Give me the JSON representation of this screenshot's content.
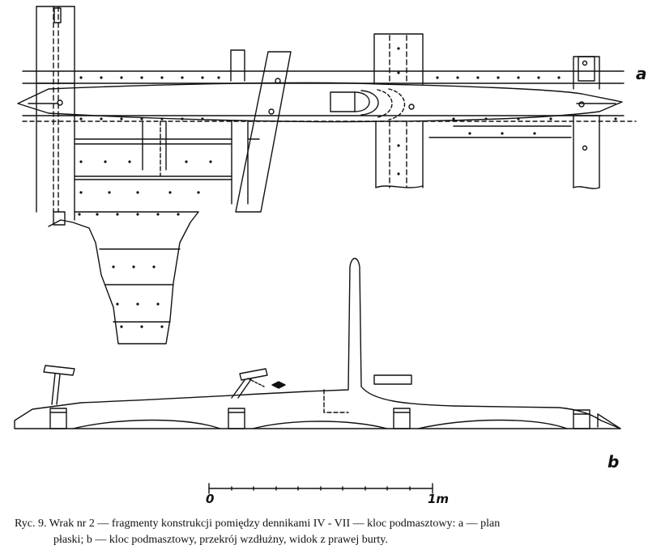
{
  "labels": {
    "plan": "a",
    "section": "b"
  },
  "scale": {
    "start": "0",
    "end": "1m"
  },
  "caption": {
    "line1": "Ryc. 9. Wrak nr 2 — fragmenty konstrukcji pomiędzy dennikami IV - VII — kloc podmasztowy: a — plan",
    "line2": "płaski; b — kloc podmasztowy, przekrój wzdłużny, widok z prawej burty."
  },
  "colors": {
    "ink": "#111111",
    "paper": "#ffffff"
  }
}
